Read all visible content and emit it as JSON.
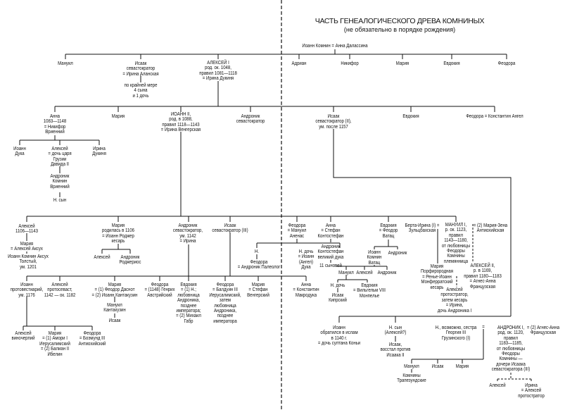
{
  "title": "ЧАСТЬ ГЕНЕАЛОГИЧЕСКОГО ДРЕВА КОМНИНЫХ",
  "subtitle": "(не обязательно в порядке рождения)",
  "colors": {
    "line": "#111111",
    "background": "#ffffff"
  },
  "people": {
    "root": "Иоанн Комнин = Анна Далассина",
    "manuil": "Мануил",
    "isaak1": "Исаак\nсевастократор\n= Ирина Аланская",
    "isaak1_kids": "по крайней мере\n4 сына\nи 1 дочь",
    "alexios1": "АЛЕКСЕЙ I\nрод. ок. 1048,\nправил 1081—1118\n= Ирина Дукиня",
    "adrian": "Адриан",
    "nikifor": "Никифор",
    "maria1": "Мария",
    "evdokia1": "Евдокия",
    "feodora1": "Феодора",
    "anna": "Анна\n1083—1148\n= Никифор\nВриенний",
    "maria2": "Мария",
    "ioann2": "ИОАНН II,\nрод. в 1088,\nправил 1118—1143\n= Ирина Венгерская",
    "andronik2": "Андроник\nсевастократор",
    "isaak2": "Исаак\nсевастократор (II),\nум. после 1157",
    "evdokia2": "Евдокия",
    "feodora2": "Феодора = Константин Ангел",
    "ioann_duka": "Иоанн\nДука",
    "alexei_a": "Алексей\n= дочь царя\nГрузии\nДавида II",
    "irina_dukinya": "Ирина\nДукиня",
    "andronik_vr": "Андроник\nКомнин\nВриенний",
    "n_son": "Н. сын",
    "alexei3": "Алексей\n1106—1143",
    "maria_aksukh": "Мария\n= Алексей Аксух",
    "ioann_aksukh": "Иоанн Комнин Аксух\nТолстый,\nум. 1201",
    "maria3": "Мария\nродилась в 1106\n= Иоанн Роджер\nкесарь",
    "alexei_r": "Алексей",
    "andronik_r": "Андроник\nРоджериос",
    "andronik3": "Андроник\nсевастократор,\nум. 1142\n= Ирина",
    "isaak3": "Исаак\nсевастократор (III)",
    "feodora3": "Феодора\n= Мануил\nАненас",
    "n3": "Н.",
    "feodora_pal": "Феодора\n= Андроник Палеолог",
    "n_daughter3": "Н. дочь\n= Иоанн\n(Ангел)\nДука",
    "anna3": "Анна\n= Стефан\nКонтостефан",
    "andronik_kont": "Андроник\nКонтостефан\nвеликий дука",
    "sons11": "11 сыновей",
    "evdokia3": "Евдокия\n= Феодор\nВатац",
    "ioann_vatac": "Иоанн\nКомнин\nВатац",
    "andronik_v": "Андроник",
    "manuil_v": "Мануил",
    "alexei_v": "Алексей",
    "andronik_v2": "Андроник",
    "n_doch_v": "Н. дочь",
    "isaak_kipr": "Исаак\nКипрский",
    "evdokia_monp": "Евдокия\n= Вильгельм VIII\nМонпелье",
    "berta": "Берта-Ирина (I) =\nЗульцбахская",
    "manuil1": "МАНУИЛ I,\nр. ок. 1123,\nправил\n1143—1180,\nот любовницы\nФеодоры\nКомнины\nплемянница",
    "maria_zena": "= (2) Мария-Зена\nАнтиохийская",
    "maria_porf": "Мария\nПорфирородная\n= Ренье-Иоанн\nМонферратский\nкесарь",
    "alexei2": "АЛЕКСЕЙ II,\nр. в 1169,\nправил 1180—1183\n= Агнес-Анна\nФранцузская",
    "alexei_protostr": "Алексей\nпротостратор,\nзатем кесарь\n= Ирина,\nдочь Андроника I",
    "ioann_protovest": "Иоанн\nпротовестиарий,\nум. 1176",
    "alexei_protosev": "Алексей\nпротосеваст,\n1142 — ок. 1182",
    "maria4": "Мария\n= (1) Феодор Даснот\n= (2) Иоанн Кантакузин",
    "manuil_kant": "Мануил\nКантакузин",
    "isaak_k": "Исаак",
    "feodora4": "Феодора\n= (1148) Генрих\nАвстрийский",
    "evdokia4": "Евдокия\n= (1) Н.;\nлюбовница\nАндроника,\nпозднее\nимператора;\n= (2) Михаил\nГабр",
    "feodora_bald": "Феодора\n= Балдуин III\nИерусалимский,\nзатем\nлюбовница\nАндроника,\nпозднее\nимператора",
    "maria_steph": "Мария\n= Стефан\nВенгерский",
    "anna_makr": "Анна\n= Константин\nМакродука",
    "alexei_vin": "Алексей\nвиночерпий",
    "maria5": "Мария\n= (1) Амори I\nИерусалимский\n= (2) Балиан II\nИбелин",
    "feodora5": "Феодора\n= Боэмунд III\nАнтиохийский",
    "ioann_islam": "Иоанн\nобратился в ислам\nв 1140 г.\n= дочь султана Коньи",
    "n_son2": "Н. сын\n(Алексей?)",
    "isaak_rebel": "Исаак,\nвосстал против\nИсаака II",
    "n_sister": "Н., возможно, сестра\nГеоргия III\nГрузинского (I)",
    "eq": "=",
    "manuil_t": "Мануил",
    "isaak_t": "Исаак",
    "maria_t": "Мария",
    "trapez": "Комнины\nТрапезундские",
    "andronik1": "АНДРОНИК I,\nрод. ок. 1120,\nправил\n1183—1185,\nот любовницы\nФеодоры\nКомнины —\nдочери Исаака\nсевастократора (III)",
    "agnes": "= (2) Агнес-Анна\nФранцузская",
    "alexei_a1": "Алексей",
    "irina_a1": "Ирина\n= Алексей\nпротостратор"
  }
}
